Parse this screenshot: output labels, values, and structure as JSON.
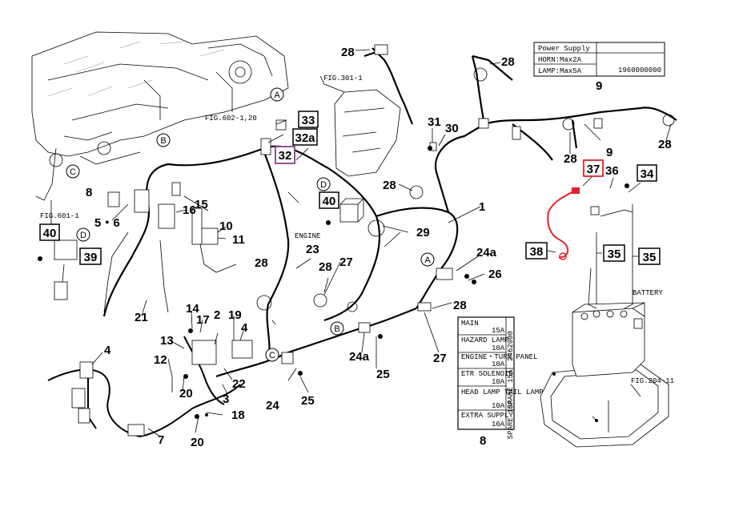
{
  "callouts": {
    "c1": "1",
    "c2": "2",
    "c3": "3",
    "c4a": "4",
    "c4b": "4",
    "c5_6": "5・6",
    "c7": "7",
    "c8": "8",
    "c8b": "8",
    "c9a": "9",
    "c9b": "9",
    "c10": "10",
    "c11": "11",
    "c12": "12",
    "c13": "13",
    "c14": "14",
    "c15": "15",
    "c16": "16",
    "c17": "17",
    "c18": "18",
    "c19": "19",
    "c20a": "20",
    "c20b": "20",
    "c21": "21",
    "c22": "22",
    "c23": "23",
    "c24": "24",
    "c24a_1": "24a",
    "c24a_2": "24a",
    "c25a": "25",
    "c25b": "25",
    "c26": "26",
    "c27a": "27",
    "c27b": "27",
    "c28a": "28",
    "c28b": "28",
    "c28c": "28",
    "c28d": "28",
    "c28e": "28",
    "c28f": "28",
    "c28g": "28",
    "c28h": "28",
    "c29": "29",
    "c30": "30",
    "c31": "31",
    "c32": "32",
    "c32a": "32a",
    "c33": "33",
    "c34": "34",
    "c35a": "35",
    "c35b": "35",
    "c36": "36",
    "c37": "37",
    "c38": "38",
    "c39": "39",
    "c40a": "40",
    "c40b": "40"
  },
  "refs": {
    "fig602": "FIG.602-1,20",
    "fig301": "FIG.301-1",
    "fig601": "FIG.601-1",
    "fig204": "FIG.204-11",
    "engine": "ENGINE",
    "battery": "BATTERY"
  },
  "circle_letters": {
    "a1": "A",
    "a2": "A",
    "b1": "B",
    "b2": "B",
    "c1": "C",
    "c2": "C",
    "d1": "D",
    "d2": "D"
  },
  "power_label": {
    "title": "Power Supply",
    "horn": "HORN:Max2A",
    "lamp": "LAMP:Max5A",
    "code": "1960000000"
  },
  "fuse_label": {
    "rows": [
      {
        "name": "MAIN",
        "amp": "15A"
      },
      {
        "name": "HAZARD LAMP",
        "amp": "10A"
      },
      {
        "name": "ENGINE・TURN PANEL",
        "amp": "10A"
      },
      {
        "name": "ETR SOLENOID",
        "amp": "10A"
      },
      {
        "name": "HEAD LAMP TAIL LAMP",
        "amp": "10A"
      },
      {
        "name": "EXTRA SUPPLY",
        "amp": "10A"
      }
    ],
    "side_code": "2462000",
    "spare_a": "SPARE 15A",
    "spare_b": "SPARE 10A"
  },
  "colors": {
    "highlight_red": "#e0242a",
    "highlight_purple": "#8a3c8a",
    "cable_red": "#e0242a"
  }
}
